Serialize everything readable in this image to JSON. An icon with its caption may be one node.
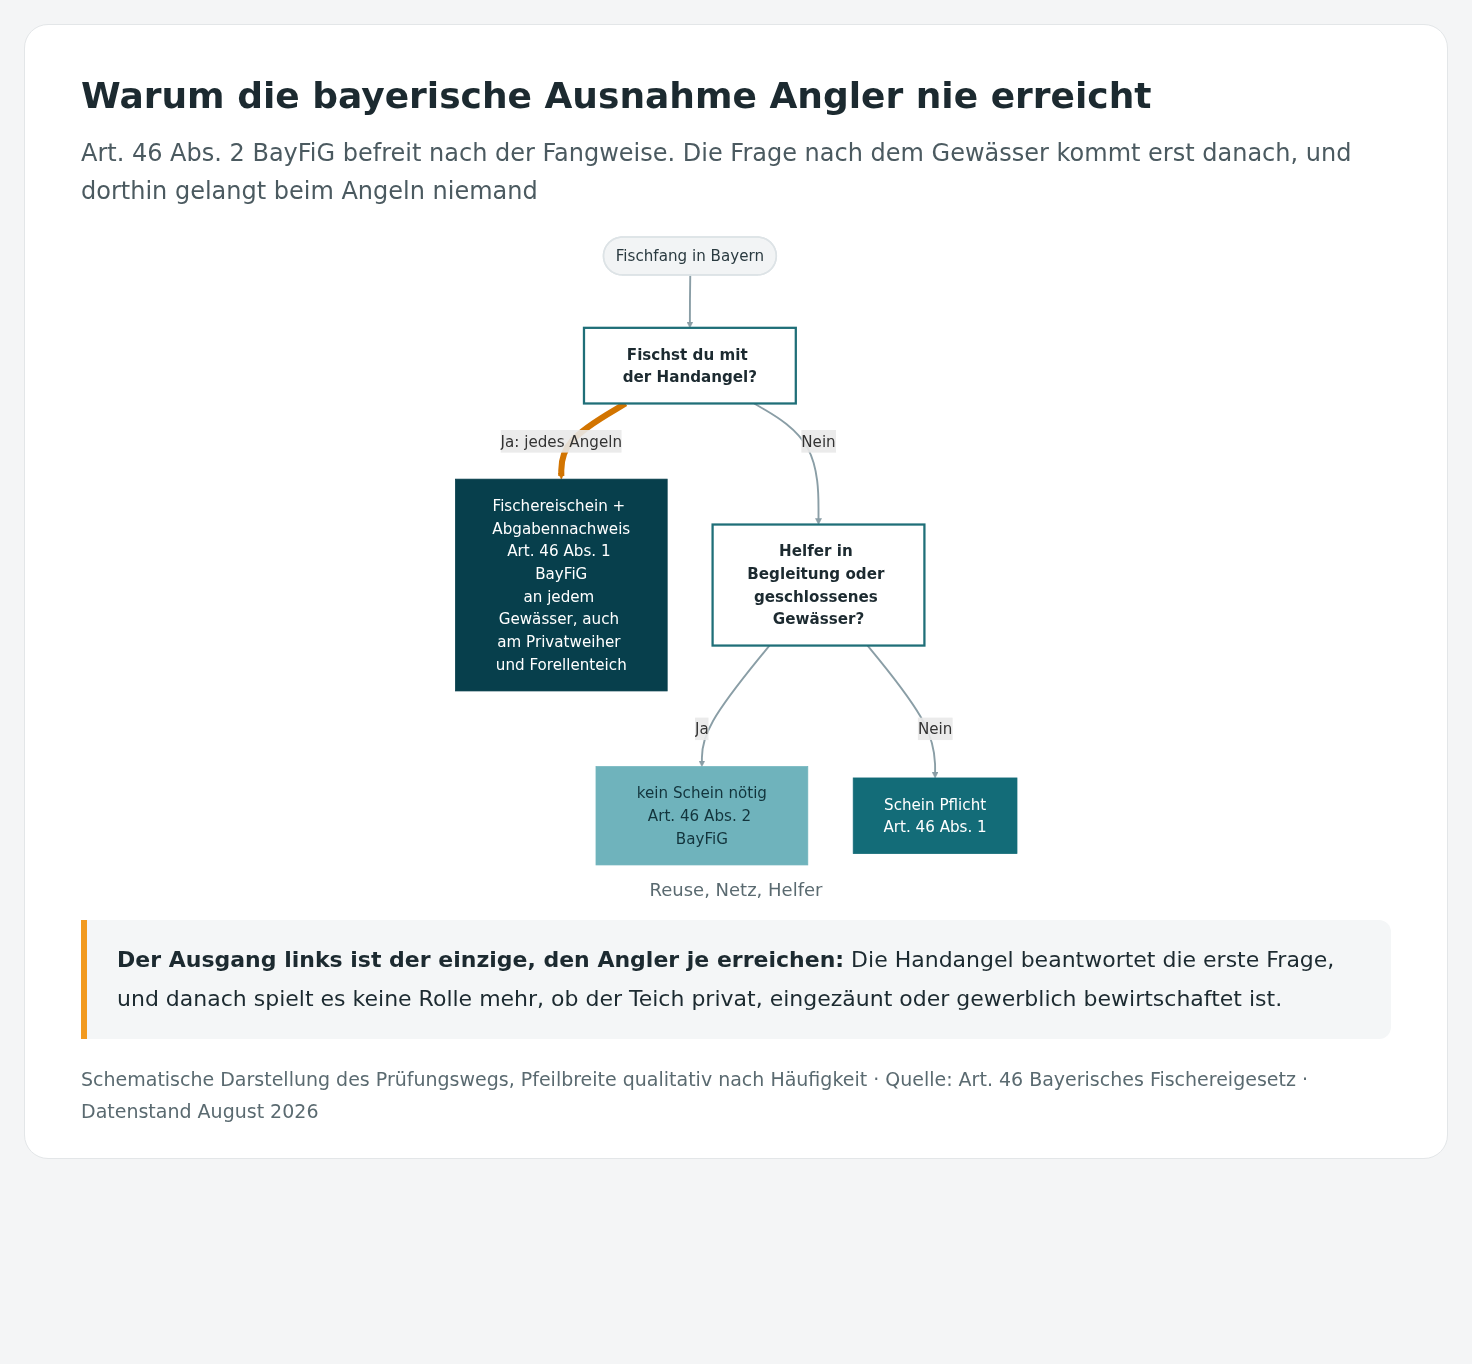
{
  "diagram": {
    "title": "Warum die bayerische Ausnahme Angler nie erreicht",
    "caption": "Schematische Darstellung des Prüfungswegs, Pfeilbreite qualitativ nach Häufigkeit · Quelle: Art. 46 Bayerisches Fischereigesetz · Datenstand August 2026",
    "nodes": [
      {
        "text": [
          "Fischfang in Bayern"
        ]
      },
      {
        "text": [
          "Fischst du mit der Handangel?"
        ]
      },
      {
        "text": [
          "Fischereischein + Abgabennachweis",
          "Art. 46 Abs. 1 BayFiG",
          "an jedem Gewässer, auch am Privatweiher und Forellenteich"
        ]
      },
      {
        "text": [
          "Helfer in Begleitung oder geschlossenes Gewässer?"
        ]
      },
      {
        "text": [
          "kein Schein nötig",
          "Art. 46 Abs. 2 BayFiG"
        ]
      },
      {
        "text": [
          "Schein Pflicht",
          "Art. 46 Abs. 1"
        ]
      }
    ],
    "edges": [
      {
        "from": 0,
        "to": 1,
        "arrow": "to"
      },
      {
        "from": 1,
        "to": 2,
        "arrow": "to",
        "label": "Ja: jedes Angeln",
        "style": "thick",
        "color": "#d27400"
      },
      {
        "from": 1,
        "to": 3,
        "arrow": "to",
        "label": "Nein"
      },
      {
        "from": 3,
        "to": 4,
        "arrow": "to",
        "label": "Ja"
      },
      {
        "from": 3,
        "to": 5,
        "arrow": "to",
        "label": "Nein"
      }
    ],
    "labels": [
      "Art. 46 Abs. 2 BayFiG befreit nach der Fangweise. Die Frage nach dem Gewässer kommt erst danach, und dorthin gelangt beim Angeln niemand",
      "Reuse, Netz, Helfer",
      "**Der Ausgang links ist der einzige, den Angler je erreichen:** Die Handangel beantwortet die erste Frage, und danach spielt es keine Rolle mehr, ob der Teich privat, eingezäunt oder gewerblich bewirtschaftet ist."
    ]
  }
}
